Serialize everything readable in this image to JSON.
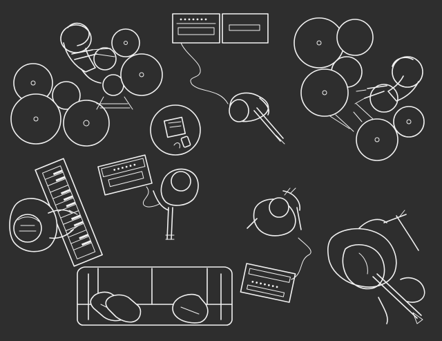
{
  "scene": {
    "background_color": "#2e2e2e",
    "line_color": "#f2f2f2",
    "elements": [
      "drum-kit-left",
      "drum-kit-right",
      "amplifier-pair-top",
      "amplifier-left",
      "amplifier-bottom",
      "side-table",
      "keyboard",
      "keyboard-player",
      "cellist",
      "guitarist-top",
      "guitarist-middle",
      "bassist",
      "sofa"
    ]
  }
}
